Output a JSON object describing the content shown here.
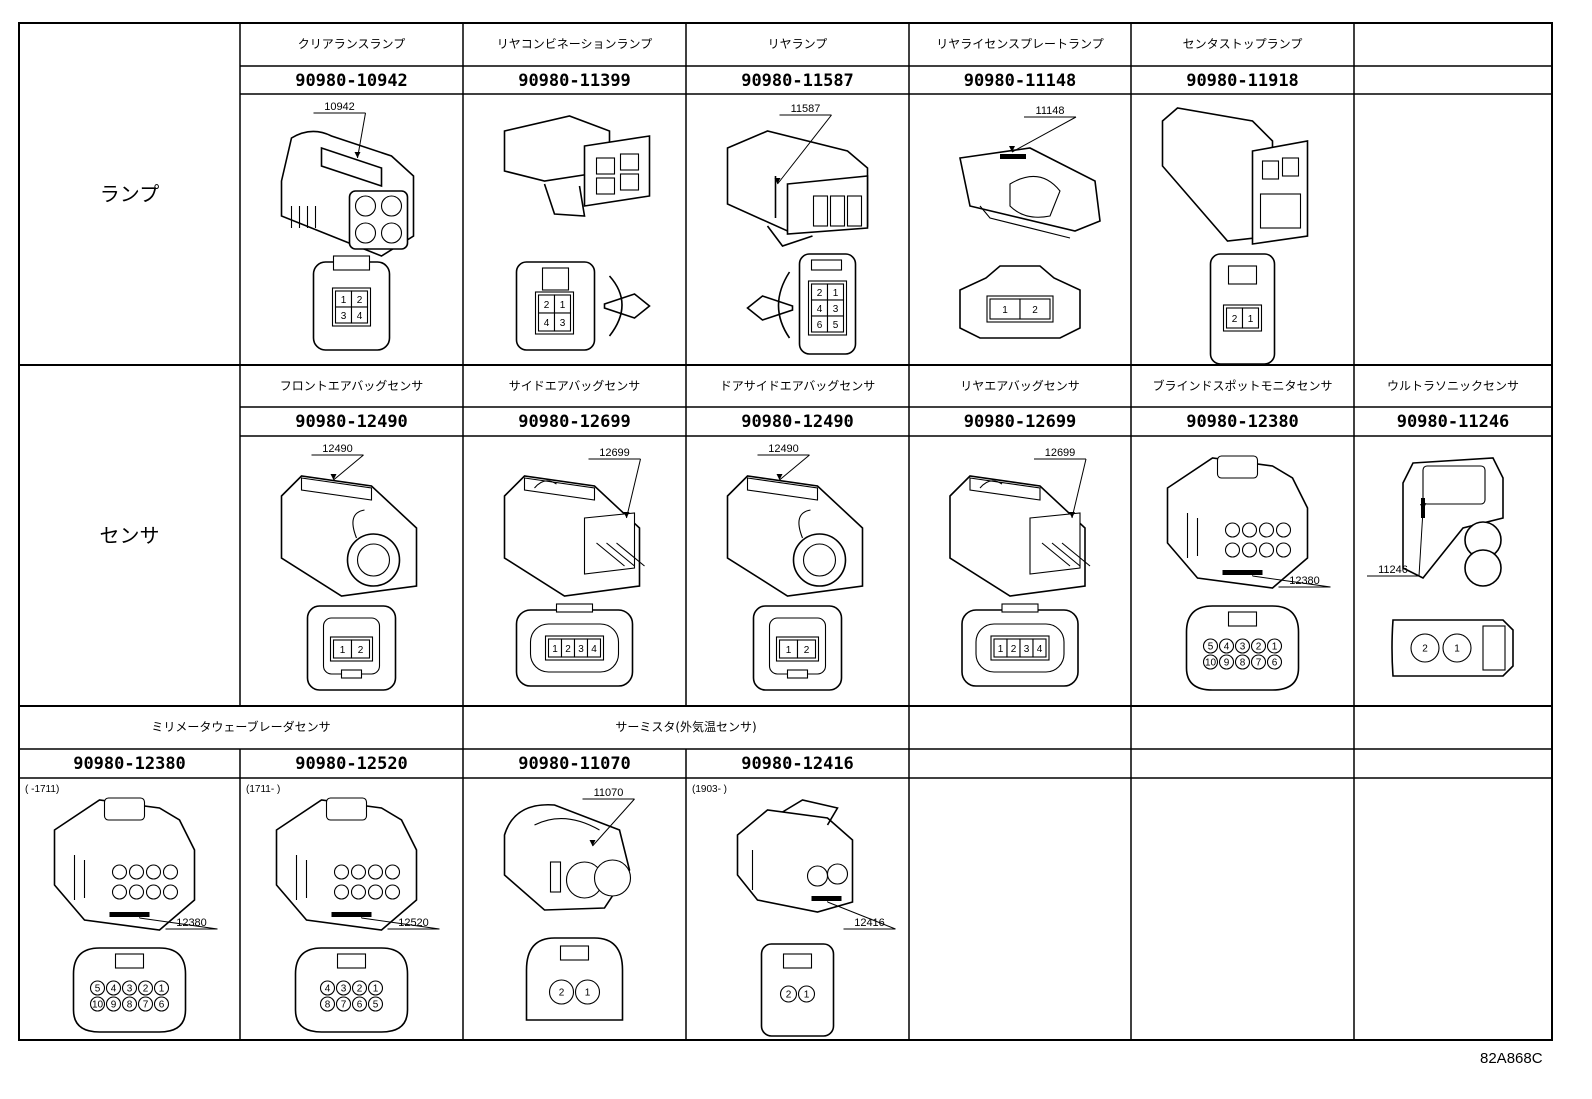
{
  "sections": [
    {
      "label": "ランプ",
      "kind": "lamp"
    },
    {
      "label": "センサ",
      "kind": "sensor"
    },
    {
      "label": "",
      "kind": "misc"
    }
  ],
  "lamp": [
    {
      "name": "クリアランスランプ",
      "part": "90980-10942",
      "callout": "10942",
      "shape": "lamp-a",
      "pins": [
        "1",
        "2",
        "3",
        "4"
      ]
    },
    {
      "name": "リヤコンビネーションランプ",
      "part": "90980-11399",
      "callout": "",
      "shape": "lamp-b",
      "pins": [
        "2",
        "1",
        "4",
        "3"
      ]
    },
    {
      "name": "リヤランプ",
      "part": "90980-11587",
      "callout": "11587",
      "shape": "lamp-c",
      "pins": [
        "2",
        "1",
        "4",
        "3",
        "6",
        "5"
      ]
    },
    {
      "name": "リヤライセンスプレートランプ",
      "part": "90980-11148",
      "callout": "11148",
      "shape": "lamp-d",
      "pins": [
        "1",
        "2"
      ]
    },
    {
      "name": "センタストップランプ",
      "part": "90980-11918",
      "callout": "",
      "shape": "lamp-e",
      "pins": [
        "2",
        "1"
      ]
    },
    {
      "name": "",
      "part": "",
      "callout": "",
      "shape": "none",
      "pins": []
    }
  ],
  "sensor": [
    {
      "name": "フロントエアバッグセンサ",
      "part": "90980-12490",
      "callout": "12490",
      "shape": "airbag-2",
      "pins": [
        "1",
        "2"
      ]
    },
    {
      "name": "サイドエアバッグセンサ",
      "part": "90980-12699",
      "callout": "12699",
      "shape": "airbag-4",
      "pins": [
        "1",
        "2",
        "3",
        "4"
      ]
    },
    {
      "name": "ドアサイドエアバッグセンサ",
      "part": "90980-12490",
      "callout": "12490",
      "shape": "airbag-2",
      "pins": [
        "1",
        "2"
      ]
    },
    {
      "name": "リヤエアバッグセンサ",
      "part": "90980-12699",
      "callout": "12699",
      "shape": "airbag-4",
      "pins": [
        "1",
        "2",
        "3",
        "4"
      ]
    },
    {
      "name": "ブラインドスポットモニタセンサ",
      "part": "90980-12380",
      "callout": "12380",
      "shape": "multi",
      "pins": [
        "5",
        "4",
        "3",
        "2",
        "1",
        "10",
        "9",
        "8",
        "7",
        "6"
      ]
    },
    {
      "name": "ウルトラソニックセンサ",
      "part": "90980-11246",
      "callout": "11246",
      "shape": "ultra",
      "pins": [
        "2",
        "1"
      ]
    }
  ],
  "misc_groups": [
    {
      "name": "ミリメータウェーブレーダセンサ",
      "span": 2
    },
    {
      "name": "サーミスタ(外気温センサ)",
      "span": 2
    },
    {
      "name": "",
      "span": 1
    },
    {
      "name": "",
      "span": 1
    },
    {
      "name": "",
      "span": 1
    }
  ],
  "misc": [
    {
      "part": "90980-12380",
      "range": "(      -1711)",
      "callout": "12380",
      "shape": "multi",
      "pins": [
        "5",
        "4",
        "3",
        "2",
        "1",
        "10",
        "9",
        "8",
        "7",
        "6"
      ]
    },
    {
      "part": "90980-12520",
      "range": "(1711-      )",
      "callout": "12520",
      "shape": "multi",
      "pins": [
        "4",
        "3",
        "2",
        "1",
        "8",
        "7",
        "6",
        "5"
      ]
    },
    {
      "part": "90980-11070",
      "range": "",
      "callout": "11070",
      "shape": "therm-a",
      "pins": [
        "2",
        "1"
      ]
    },
    {
      "part": "90980-12416",
      "range": "(1903-      )",
      "callout": "12416",
      "shape": "therm-b",
      "pins": [
        "2",
        "1"
      ]
    },
    {
      "part": "",
      "range": "",
      "callout": "",
      "shape": "none",
      "pins": []
    },
    {
      "part": "",
      "range": "",
      "callout": "",
      "shape": "none",
      "pins": []
    },
    {
      "part": "",
      "range": "",
      "callout": "",
      "shape": "none",
      "pins": []
    }
  ],
  "ref_code": "82A868C"
}
